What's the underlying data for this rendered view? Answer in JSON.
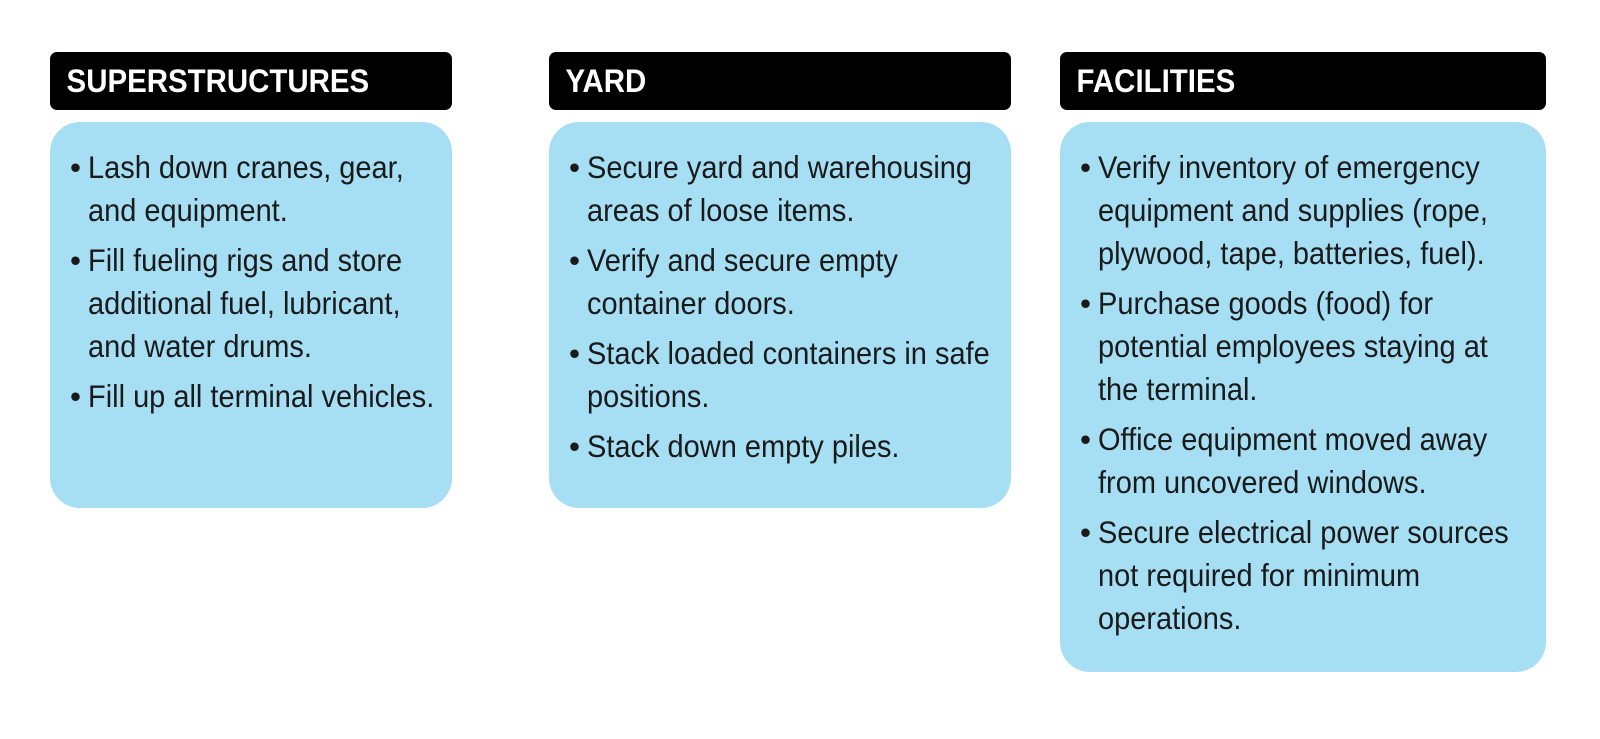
{
  "columns": [
    {
      "title": "SUPERSTRUCTURES",
      "items": [
        "Lash down cranes, gear, and equipment.",
        "Fill fueling rigs and store additional fuel, lubricant, and water drums.",
        "Fill up all terminal vehicles."
      ]
    },
    {
      "title": "YARD",
      "items": [
        "Secure yard and warehousing areas of loose items.",
        "Verify and secure empty container doors.",
        "Stack loaded containers in safe positions.",
        "Stack down empty piles."
      ]
    },
    {
      "title": "FACILITIES",
      "items": [
        "Verify inventory of emergency equipment and supplies (rope, plywood, tape, batteries, fuel).",
        "Purchase goods (food) for potential employees staying at the terminal.",
        "Office equipment moved away from uncovered windows.",
        "Secure electrical power sources not required for minimum operations."
      ]
    }
  ],
  "bullet_glyph": "•",
  "colors": {
    "header_bg": "#000000",
    "header_text": "#ffffff",
    "panel_bg": "#a6def3",
    "item_text": "#1a1a1a"
  }
}
